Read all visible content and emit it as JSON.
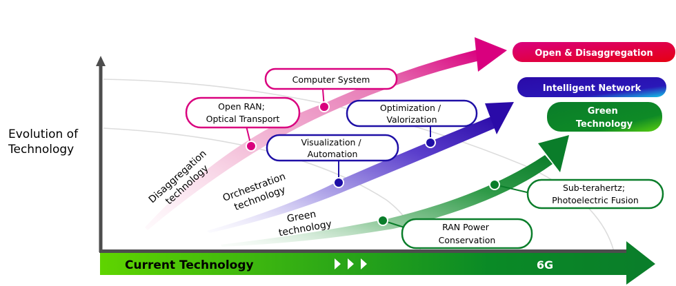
{
  "y_axis": {
    "label_line1": "Evolution of",
    "label_line2": "Technology"
  },
  "x_axis": {
    "start_label": "Current Technology",
    "end_label": "6G",
    "progress_marker": "three-right-chevrons"
  },
  "streams": [
    {
      "id": "disaggregation",
      "label_line1": "Disaggregation",
      "label_line2": "technology",
      "color": "#d9007e",
      "light_color": "#f7d3e6",
      "milestones": [
        {
          "label_line1": "Open RAN;",
          "label_line2": "Optical Transport"
        },
        {
          "label_line1": "Computer System",
          "label_line2": ""
        }
      ],
      "goal": {
        "label_line1": "Open & Disaggregation",
        "label_line2": "",
        "gradient": [
          "#d9007e",
          "#e60012"
        ]
      }
    },
    {
      "id": "orchestration",
      "label_line1": "Orchestration",
      "label_line2": "technology",
      "color": "#1e0fa6",
      "light_color": "#d9d4f2",
      "milestones": [
        {
          "label_line1": "Visualization /",
          "label_line2": "Automation"
        },
        {
          "label_line1": "Optimization /",
          "label_line2": "Valorization"
        }
      ],
      "goal": {
        "label_line1": "Intelligent Network",
        "label_line2": "",
        "gradient": [
          "#2a0aa8",
          "#14c8e8"
        ]
      }
    },
    {
      "id": "green",
      "label_line1": "Green",
      "label_line2": "technology",
      "color": "#0a7d2a",
      "light_color": "#d6ecd9",
      "milestones": [
        {
          "label_line1": "RAN Power",
          "label_line2": "Conservation"
        },
        {
          "label_line1": "Sub-terahertz;",
          "label_line2": "Photoelectric Fusion"
        }
      ],
      "goal": {
        "label_line1": "Green",
        "label_line2": "Technology",
        "gradient": [
          "#0a7d2a",
          "#5cd10f"
        ]
      }
    }
  ],
  "colors": {
    "axis": "#4d4d4d",
    "grid_arc": "#d9d9d9",
    "x_bar_start": "#5fd400",
    "x_bar_end": "#0a7d2a",
    "text": "#000000"
  }
}
